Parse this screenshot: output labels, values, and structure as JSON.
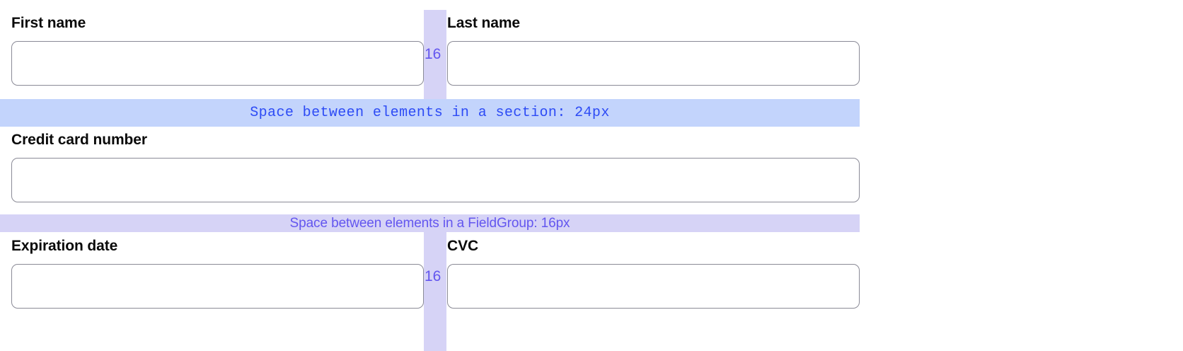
{
  "form": {
    "rows": [
      {
        "id": "row-name",
        "fields": [
          {
            "label": "First name",
            "value": "",
            "placeholder": ""
          },
          {
            "label": "Last name",
            "value": "",
            "placeholder": ""
          }
        ],
        "column_gap_label": "16"
      },
      {
        "id": "row-card",
        "fields": [
          {
            "label": "Credit card number",
            "value": "",
            "placeholder": ""
          }
        ]
      },
      {
        "id": "row-expiry",
        "fields": [
          {
            "label": "Expiration date",
            "value": "",
            "placeholder": ""
          },
          {
            "label": "CVC",
            "value": "",
            "placeholder": ""
          }
        ],
        "column_gap_label": "16"
      }
    ]
  },
  "annotations": {
    "section_gap": {
      "text": "Space between elements in a section: 24px",
      "value": "24px",
      "band_color": "#c3d4fc",
      "text_color": "#2d4bf5"
    },
    "fieldgroup_gap": {
      "text": "Space between elements in a FieldGroup: 16px",
      "value": "16px",
      "band_color": "#d6d3f6",
      "text_color": "#6356ef"
    },
    "column_gap": {
      "label": "16",
      "value": "16px",
      "band_color": "#d6d3f6",
      "text_color": "#6356ef"
    }
  },
  "styles": {
    "input_border_color": "#8a8a96",
    "label_color": "#0a0a0a",
    "background": "#ffffff"
  }
}
